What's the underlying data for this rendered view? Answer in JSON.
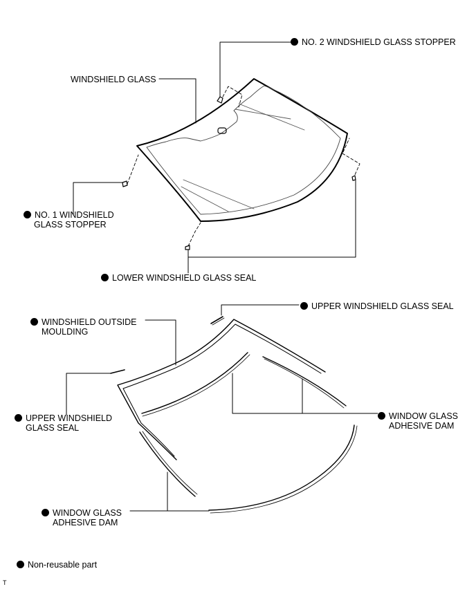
{
  "labels": {
    "windshield_glass": "WINDSHIELD GLASS",
    "no2_stopper": "NO. 2 WINDSHIELD GLASS STOPPER",
    "no1_stopper_line1": "NO. 1 WINDSHIELD",
    "no1_stopper_line2": "GLASS STOPPER",
    "lower_seal": "LOWER WINDSHIELD GLASS SEAL",
    "upper_seal_right": "UPPER WINDSHIELD GLASS SEAL",
    "outside_moulding_line1": "WINDSHIELD OUTSIDE",
    "outside_moulding_line2": "MOULDING",
    "upper_seal_left_line1": "UPPER WINDSHIELD",
    "upper_seal_left_line2": "GLASS SEAL",
    "adhesive_dam_right_line1": "WINDOW GLASS",
    "adhesive_dam_right_line2": "ADHESIVE DAM",
    "adhesive_dam_left_line1": "WINDOW GLASS",
    "adhesive_dam_left_line2": "ADHESIVE DAM"
  },
  "legend": {
    "non_reusable": "Non-reusable part"
  },
  "corner_code": "T",
  "marker_symbol": "filled-circle",
  "colors": {
    "line": "#000000",
    "glass_line": "#555555",
    "background": "#ffffff"
  }
}
